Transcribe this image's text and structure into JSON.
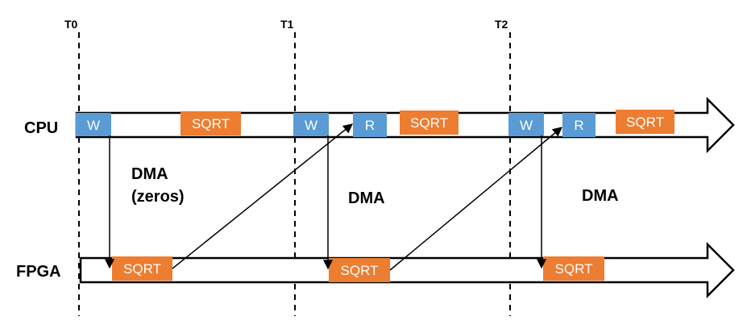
{
  "time_markers": [
    "T0",
    "T1",
    "T2"
  ],
  "lanes": {
    "cpu": "CPU",
    "fpga": "FPGA"
  },
  "cpu_blocks": [
    {
      "label": "W",
      "kind": "write"
    },
    {
      "label": "SQRT",
      "kind": "compute"
    },
    {
      "label": "W",
      "kind": "write"
    },
    {
      "label": "R",
      "kind": "read"
    },
    {
      "label": "SQRT",
      "kind": "compute"
    },
    {
      "label": "W",
      "kind": "write"
    },
    {
      "label": "R",
      "kind": "read"
    },
    {
      "label": "SQRT",
      "kind": "compute"
    }
  ],
  "fpga_blocks": [
    {
      "label": "SQRT",
      "kind": "compute"
    },
    {
      "label": "SQRT",
      "kind": "compute"
    },
    {
      "label": "SQRT",
      "kind": "compute"
    }
  ],
  "dma_labels": [
    {
      "lines": [
        "DMA",
        "(zeros)"
      ]
    },
    {
      "lines": [
        "DMA"
      ]
    },
    {
      "lines": [
        "DMA"
      ]
    }
  ],
  "colors": {
    "write_read_block": "#5b9bd5",
    "compute_block": "#ed7d31",
    "outline": "#000000"
  }
}
